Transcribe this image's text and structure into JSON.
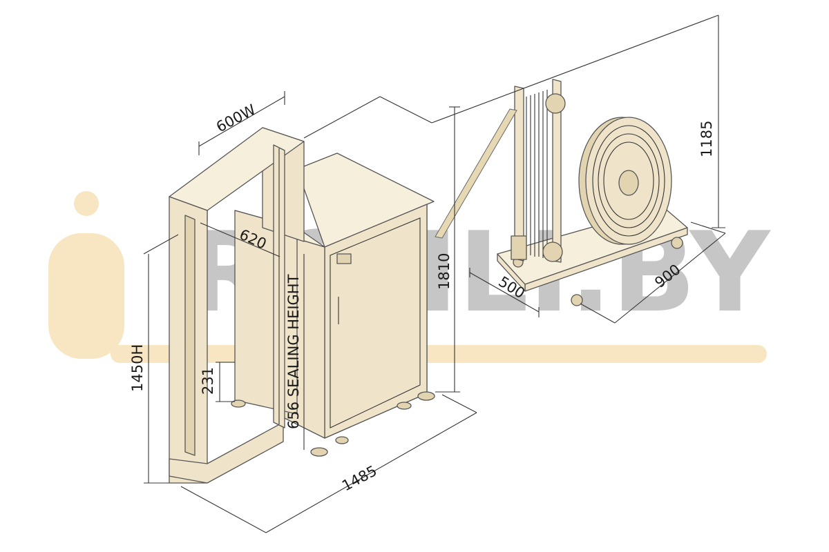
{
  "watermark": {
    "text": "ROHLI.BY",
    "color": "#8f8f8f",
    "accent_color": "#f3d9a0"
  },
  "dimensions": {
    "width_600": "600W",
    "depth_620": "620",
    "sealing_height": "656 SEALING HEIGHT",
    "total_height_1810": "1810",
    "height_1450": "1450H",
    "height_231": "231",
    "length_1485": "1485",
    "dispenser_width_500": "500",
    "dispenser_length_900": "900",
    "dispenser_height_1185": "1185"
  },
  "colors": {
    "machine_body": "#efe4c9",
    "outline": "#555555",
    "dimension_lines": "#333333"
  }
}
